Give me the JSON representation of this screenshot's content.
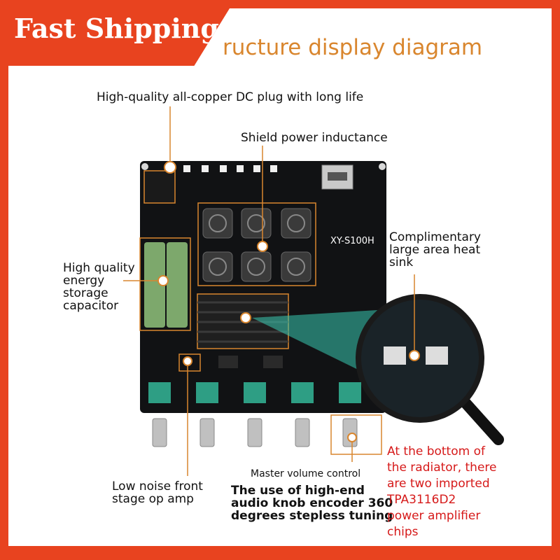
{
  "banner": {
    "text": "Fast Shipping"
  },
  "title": "ructure display diagram",
  "board": {
    "model": "XY-S100H"
  },
  "labels": {
    "dc_plug": "High-quality all-copper DC plug with long life",
    "inductance": "Shield power inductance",
    "heat_sink": [
      "Complimentary",
      "large area heat",
      "sink"
    ],
    "capacitor": [
      "High quality",
      "energy",
      "storage",
      "capacitor"
    ],
    "master_volume": "Master volume control",
    "op_amp": [
      "Low noise front",
      "stage op amp"
    ],
    "knob": [
      "The use of high-end",
      "audio knob encoder 360",
      "degrees stepless tuning"
    ],
    "chips": [
      "At the bottom of",
      "the radiator, there",
      "are two imported",
      "TPA3116D2",
      "power amplifier",
      "chips"
    ]
  },
  "colors": {
    "frame": "#e8431f",
    "accent": "#d9862e",
    "pcb": "#111214",
    "knob_base": "#2e9e84",
    "chip_note": "#d61a1a"
  }
}
